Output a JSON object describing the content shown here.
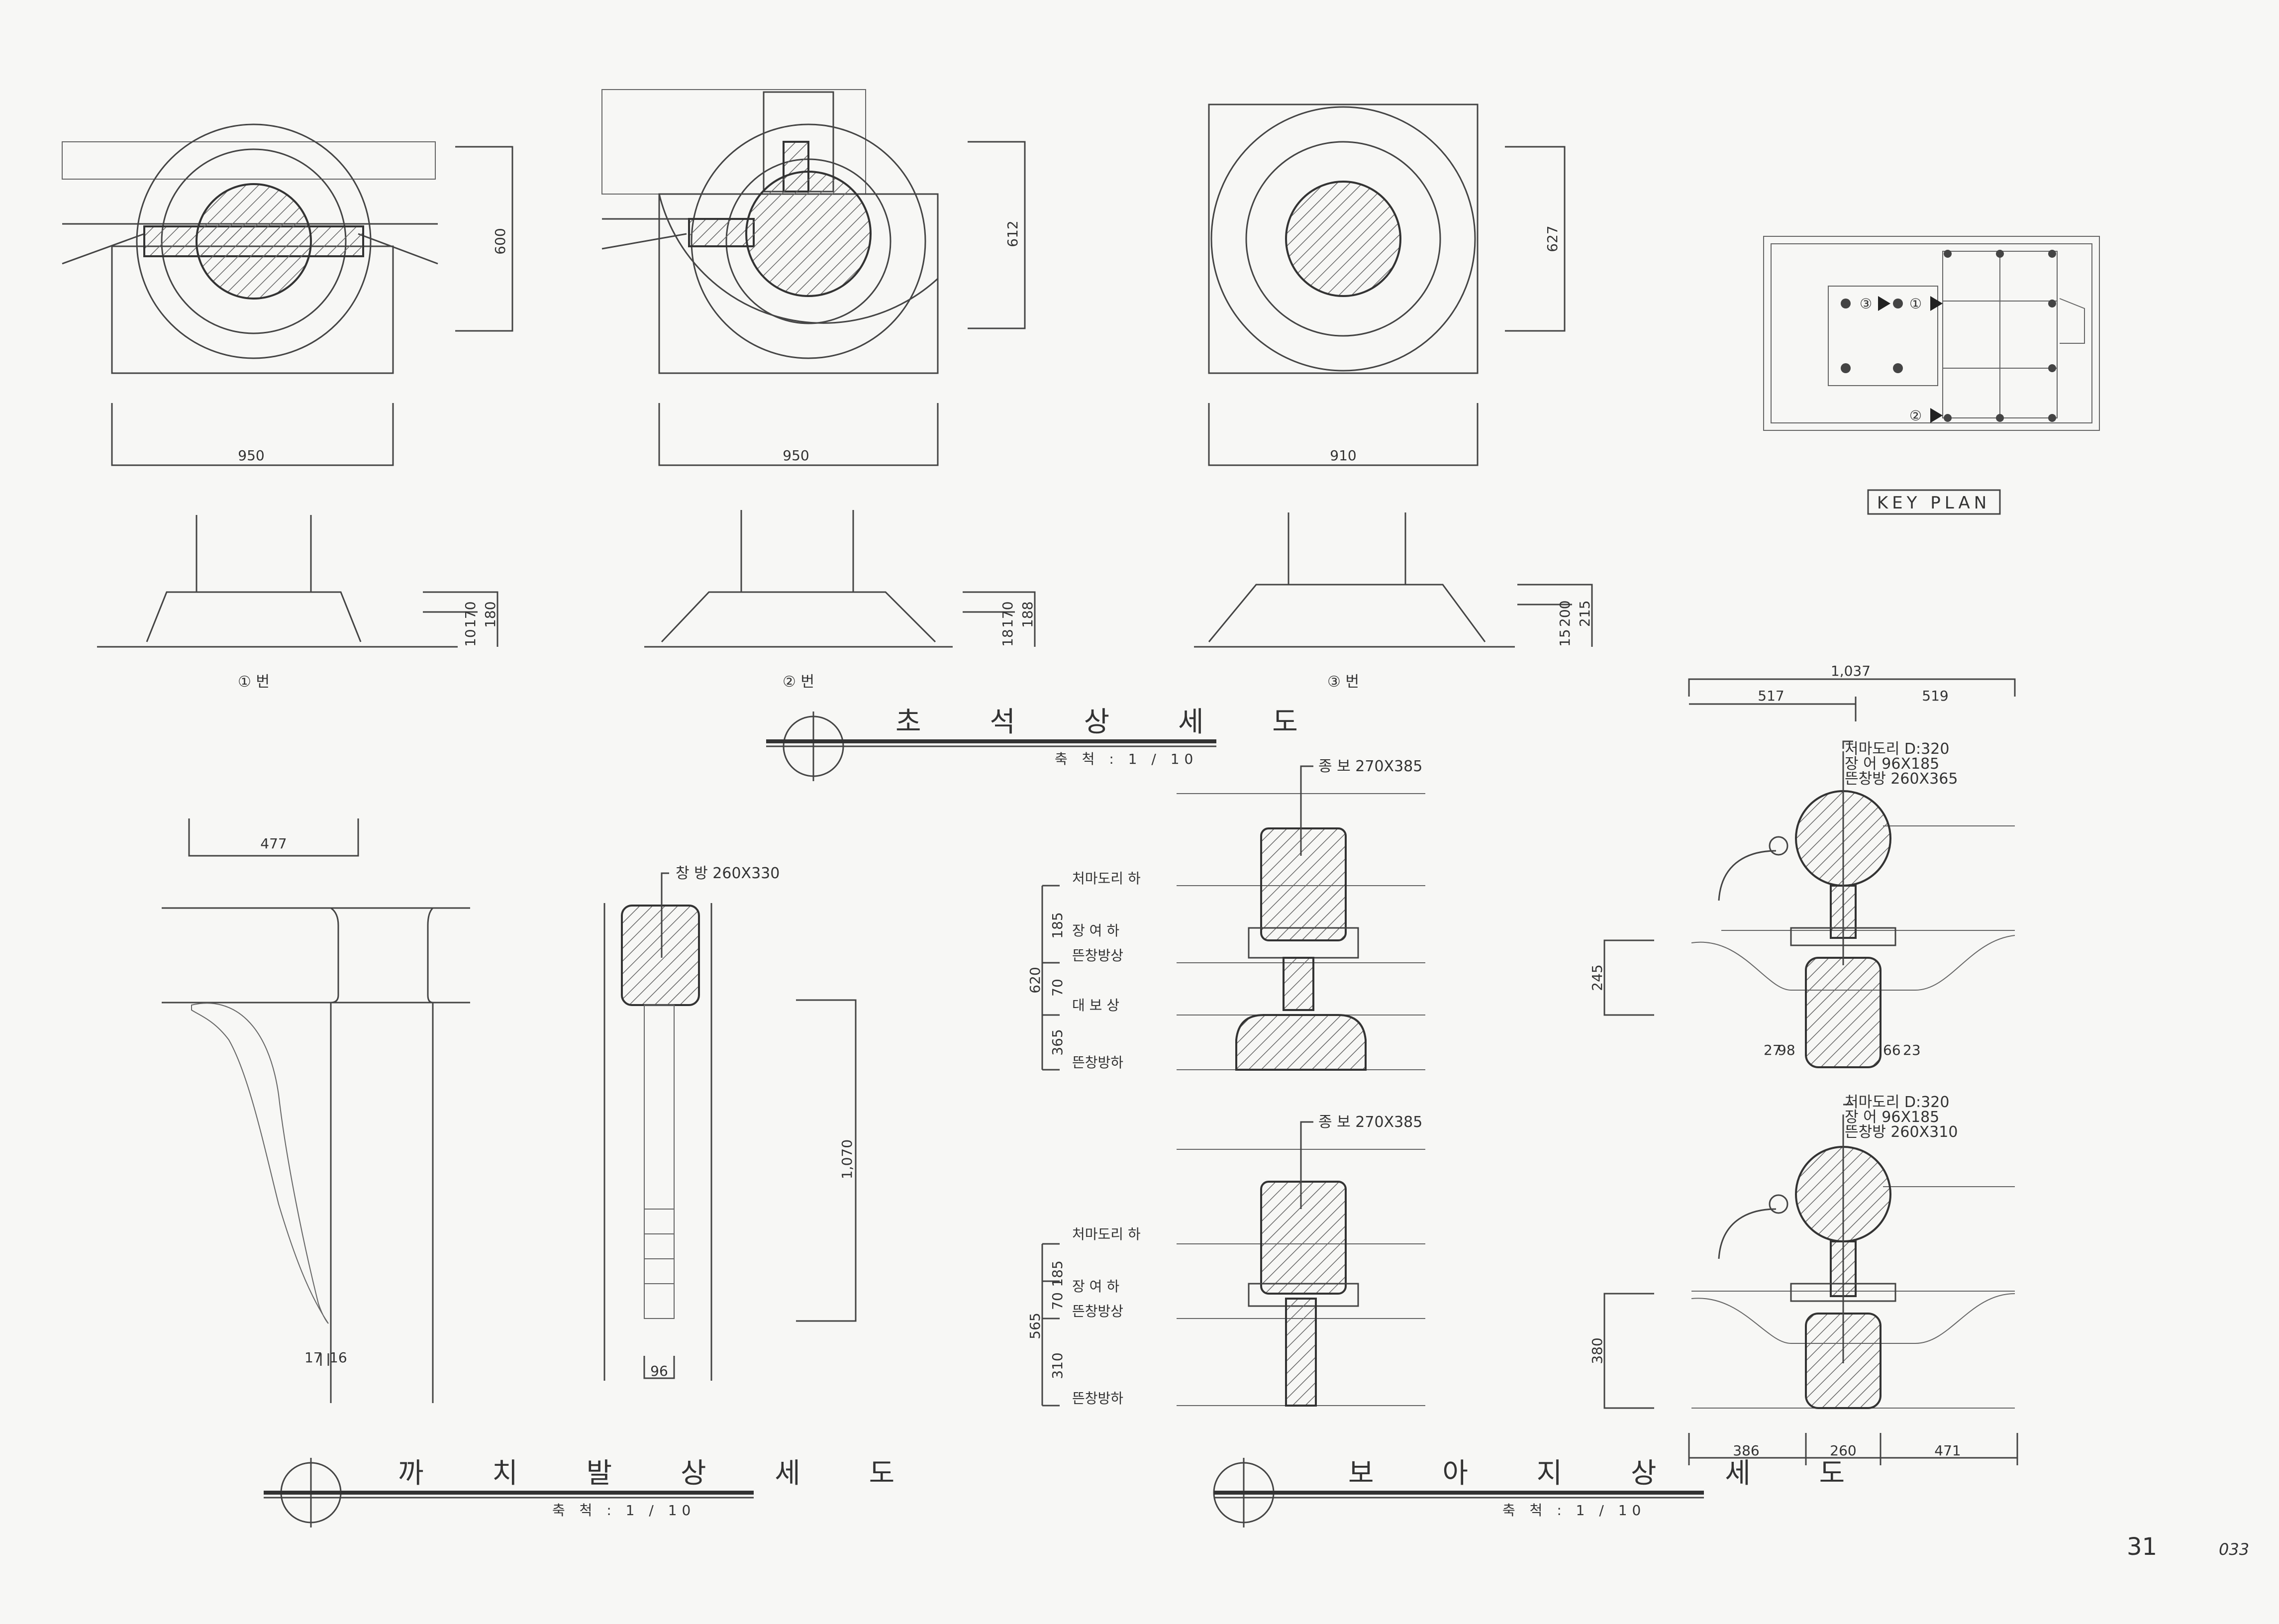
{
  "foundation_stone": {
    "items": [
      {
        "label": "① 번",
        "width_dim": "950",
        "height_dim": "600",
        "elev_dims": [
          "10",
          "170",
          "180"
        ]
      },
      {
        "label": "② 번",
        "width_dim": "950",
        "height_dim": "612",
        "elev_dims": [
          "18",
          "170",
          "188"
        ]
      },
      {
        "label": "③ 번",
        "width_dim": "910",
        "height_dim": "627",
        "elev_dims": [
          "15",
          "200",
          "215"
        ]
      }
    ],
    "title": "초 석 상 세 도",
    "scale": "축 척 : 1 / 10"
  },
  "key_plan": {
    "label": "KEY PLAN",
    "markers": [
      "①",
      "②",
      "③"
    ]
  },
  "bracket": {
    "dims": {
      "top": "477",
      "height": "1,070",
      "bottom_a": "17",
      "bottom_b": "16",
      "width": "96"
    },
    "beam_label": "창 방 260X330",
    "title": "까 치 발 상 세 도",
    "scale": "축 척 : 1 / 10"
  },
  "beam_support": {
    "upper": {
      "beam_label": "종 보 270X385",
      "levels": [
        "처마도리 하",
        "장 여 하",
        "뜬창방상",
        "대 보 상",
        "뜬창방하"
      ],
      "dims": [
        "185",
        "70",
        "365"
      ],
      "total": "620"
    },
    "lower": {
      "beam_label": "종 보 270X385",
      "levels": [
        "처마도리 하",
        "장 여 하",
        "뜬창방상",
        "뜬창방하"
      ],
      "dims": [
        "185",
        "70",
        "310"
      ],
      "total": "565"
    },
    "title": "보 아 지 상 세 도",
    "scale": "축 척 : 1 / 10"
  },
  "elevation_right": {
    "upper": {
      "top_total": "1,037",
      "top_split": [
        "517",
        "519"
      ],
      "notes": [
        "처마도리 D:320",
        "장 어 96X185",
        "뜬창방 260X365"
      ],
      "side_dim": "245",
      "bottom_dims": [
        "27",
        "98",
        "66",
        "23"
      ]
    },
    "lower": {
      "notes": [
        "처마도리 D:320",
        "장 어 96X185",
        "뜬창방 260X310"
      ],
      "side_dim": "380",
      "bottom_dims": [
        "386",
        "260",
        "471"
      ]
    }
  },
  "sheet": {
    "page_number": "31",
    "code": "033"
  }
}
